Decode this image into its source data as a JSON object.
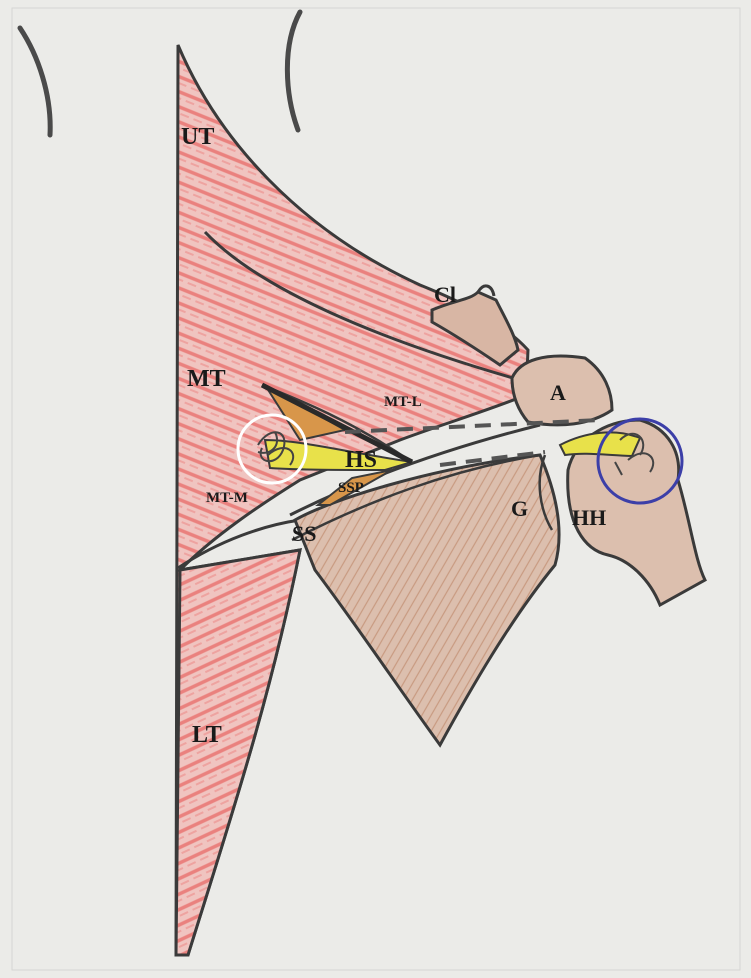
{
  "labels": {
    "ut": "UT",
    "mt": "MT",
    "mt_l": "MT-L",
    "mt_m": "MT-M",
    "lt": "LT",
    "cl": "Cl",
    "a": "A",
    "hs": "HS",
    "ssp": "SSP",
    "ss": "SS",
    "g": "G",
    "hh": "HH"
  },
  "colors": {
    "paper": "#ebebe8",
    "muscle": "#f0c4c0",
    "muscle_hatch": "#e86a68",
    "bone": "#d9b7a4",
    "bone_hatch": "#b87c5c",
    "tendon": "#e8e14a",
    "supraspinatus": "#d8964a",
    "outline": "#3a3a3a",
    "white_circle": "#ffffff",
    "blue_circle": "#3c3fa8"
  }
}
